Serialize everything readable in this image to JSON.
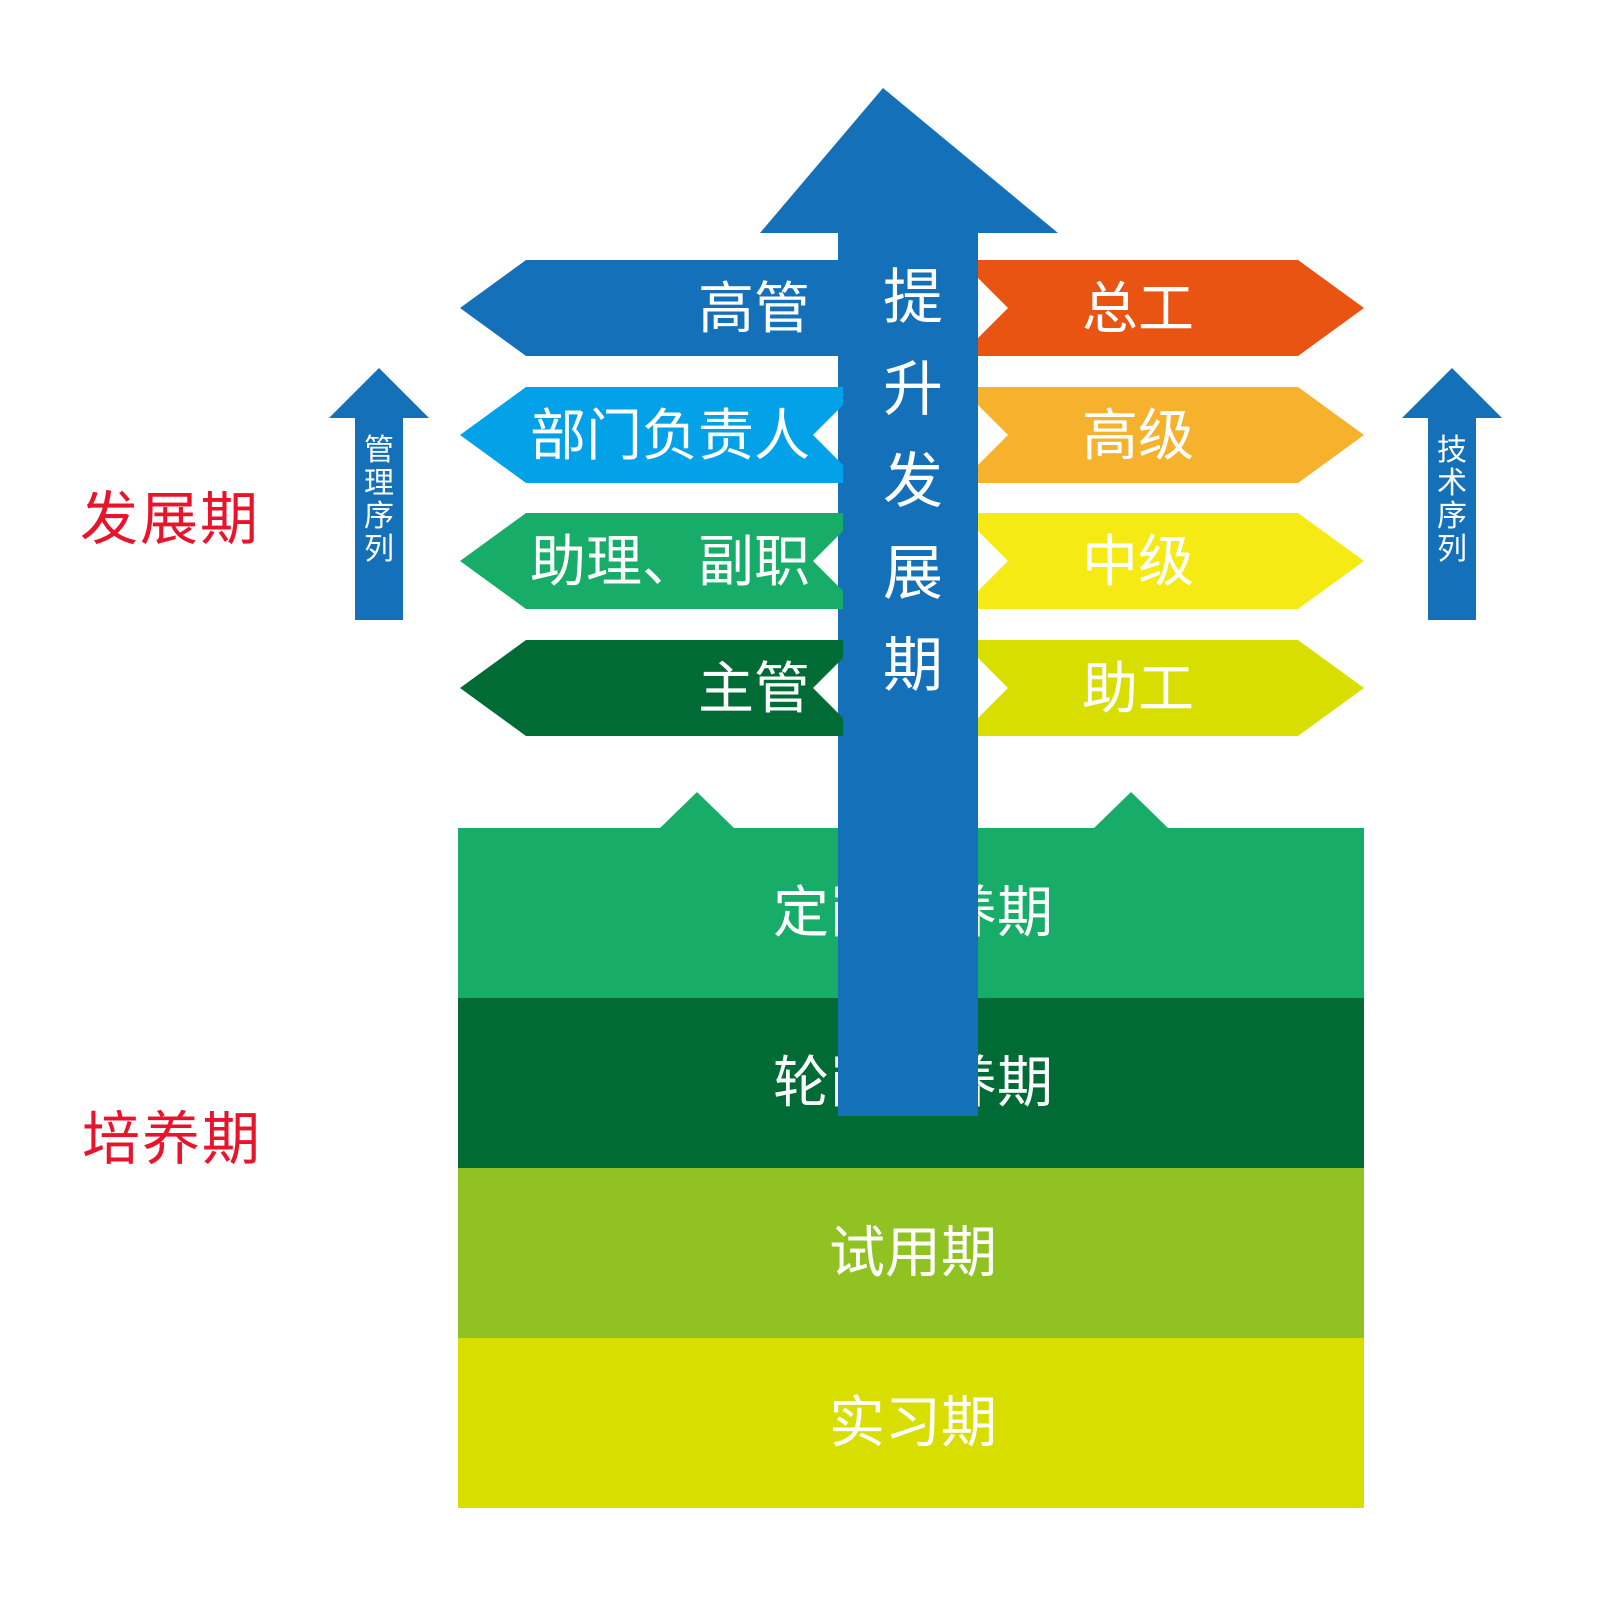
{
  "stage_labels": {
    "development": "发展期",
    "training": "培养期"
  },
  "central_arrow": {
    "label": "提升发展期",
    "color": "#1470b8"
  },
  "side_arrows": {
    "management": {
      "label": "管理序列",
      "color": "#1470b8"
    },
    "technical": {
      "label": "技术序列",
      "color": "#1470b8"
    }
  },
  "management_track": [
    {
      "label": "高管",
      "color": "#1470b8"
    },
    {
      "label": "部门负责人",
      "color": "#03a1e8"
    },
    {
      "label": "助理、副职",
      "color": "#17ad68"
    },
    {
      "label": "主管",
      "color": "#006b35"
    }
  ],
  "technical_track": [
    {
      "label": "总工",
      "color": "#e95413"
    },
    {
      "label": "高级",
      "color": "#f6b12d"
    },
    {
      "label": "中级",
      "color": "#f5ea14"
    },
    {
      "label": "助工",
      "color": "#d8df00"
    }
  ],
  "training_stages": [
    {
      "label": "定岗培养期",
      "color": "#17ad68"
    },
    {
      "label": "轮岗培养期",
      "color": "#006b35"
    },
    {
      "label": "试用期",
      "color": "#90c322"
    },
    {
      "label": "实习期",
      "color": "#d8df00"
    }
  ]
}
